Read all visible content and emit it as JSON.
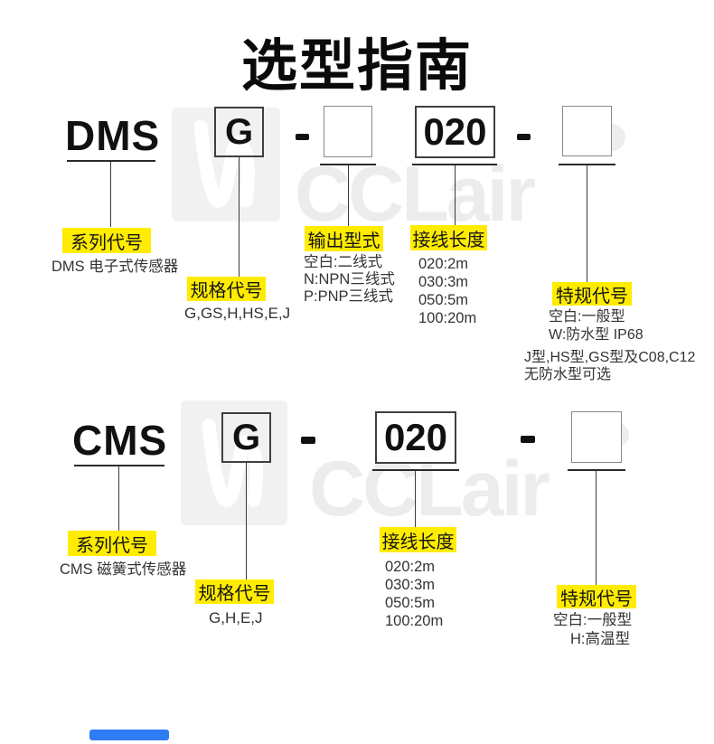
{
  "page": {
    "title": "选型指南"
  },
  "colors": {
    "highlight_yellow": "#ffec00",
    "watermark_gray": "#ececec",
    "box_border_dark": "#3f3f3f",
    "box_border_light": "#8a8a8a",
    "bottom_bar_blue": "#2e7cf6"
  },
  "watermark": {
    "text": "CCLair",
    "swoosh": "logo-swoosh"
  },
  "rows": [
    {
      "series": "DMS",
      "spec_code": "G",
      "separator1": "-",
      "output_code": "",
      "length_code": "020",
      "separator2": "-",
      "special_code": "",
      "annotations": {
        "series": {
          "label": "系列代号",
          "desc": "DMS 电子式传感器"
        },
        "spec": {
          "label": "规格代号",
          "desc": "G,GS,H,HS,E,J"
        },
        "output": {
          "label": "输出型式",
          "items": [
            "空白:二线式",
            "N:NPN三线式",
            "P:PNP三线式"
          ]
        },
        "length": {
          "label": "接线长度",
          "items": [
            "020:2m",
            "030:3m",
            "050:5m",
            "100:20m"
          ]
        },
        "special": {
          "label": "特规代号",
          "items": [
            "空白:一般型",
            "W:防水型 IP68",
            "J型,HS型,GS型及C08,C12",
            "无防水型可选"
          ]
        }
      }
    },
    {
      "series": "CMS",
      "spec_code": "G",
      "separator1": "-",
      "length_code": "020",
      "separator2": "-",
      "special_code": "",
      "annotations": {
        "series": {
          "label": "系列代号",
          "desc": "CMS 磁簧式传感器"
        },
        "spec": {
          "label": "规格代号",
          "desc": "G,H,E,J"
        },
        "length": {
          "label": "接线长度",
          "items": [
            "020:2m",
            "030:3m",
            "050:5m",
            "100:20m"
          ]
        },
        "special": {
          "label": "特规代号",
          "items": [
            "空白:一般型",
            "H:高温型"
          ]
        }
      }
    }
  ]
}
